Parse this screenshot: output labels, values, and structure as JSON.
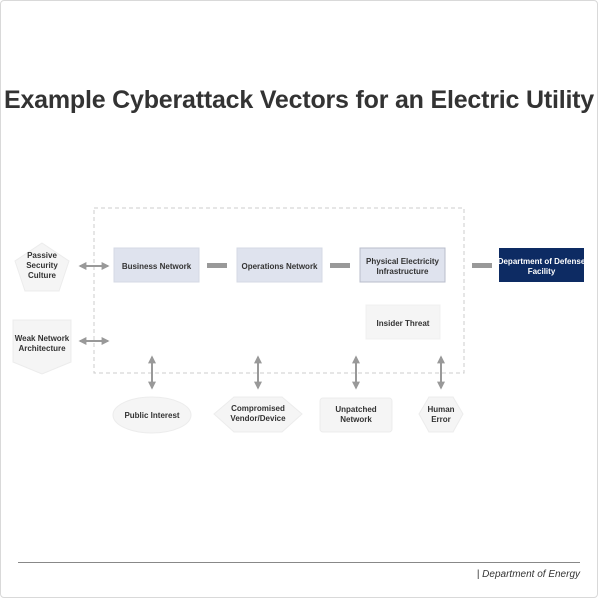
{
  "title": "Example Cyberattack Vectors for an Electric Utility",
  "nodes": {
    "business_network": "Business Network",
    "operations_network": "Operations Network",
    "physical_infra_1": "Physical Electricity",
    "physical_infra_2": "Infrastructure",
    "dod_1": "Department of Defense",
    "dod_2": "Facility",
    "insider_threat": "Insider Threat",
    "passive_1": "Passive",
    "passive_2": "Security",
    "passive_3": "Culture",
    "weak_1": "Weak Network",
    "weak_2": "Architecture",
    "public_interest": "Public Interest",
    "compromised_1": "Compromised",
    "compromised_2": "Vendor/Device",
    "unpatched_1": "Unpatched",
    "unpatched_2": "Network",
    "human_1": "Human",
    "human_2": "Error"
  },
  "colors": {
    "network_fill": "#dfe3ee",
    "dod_fill": "#0d2b63",
    "vector_fill": "#f5f5f5",
    "connector": "#999999"
  },
  "footer": {
    "source": "| Department of Energy"
  }
}
